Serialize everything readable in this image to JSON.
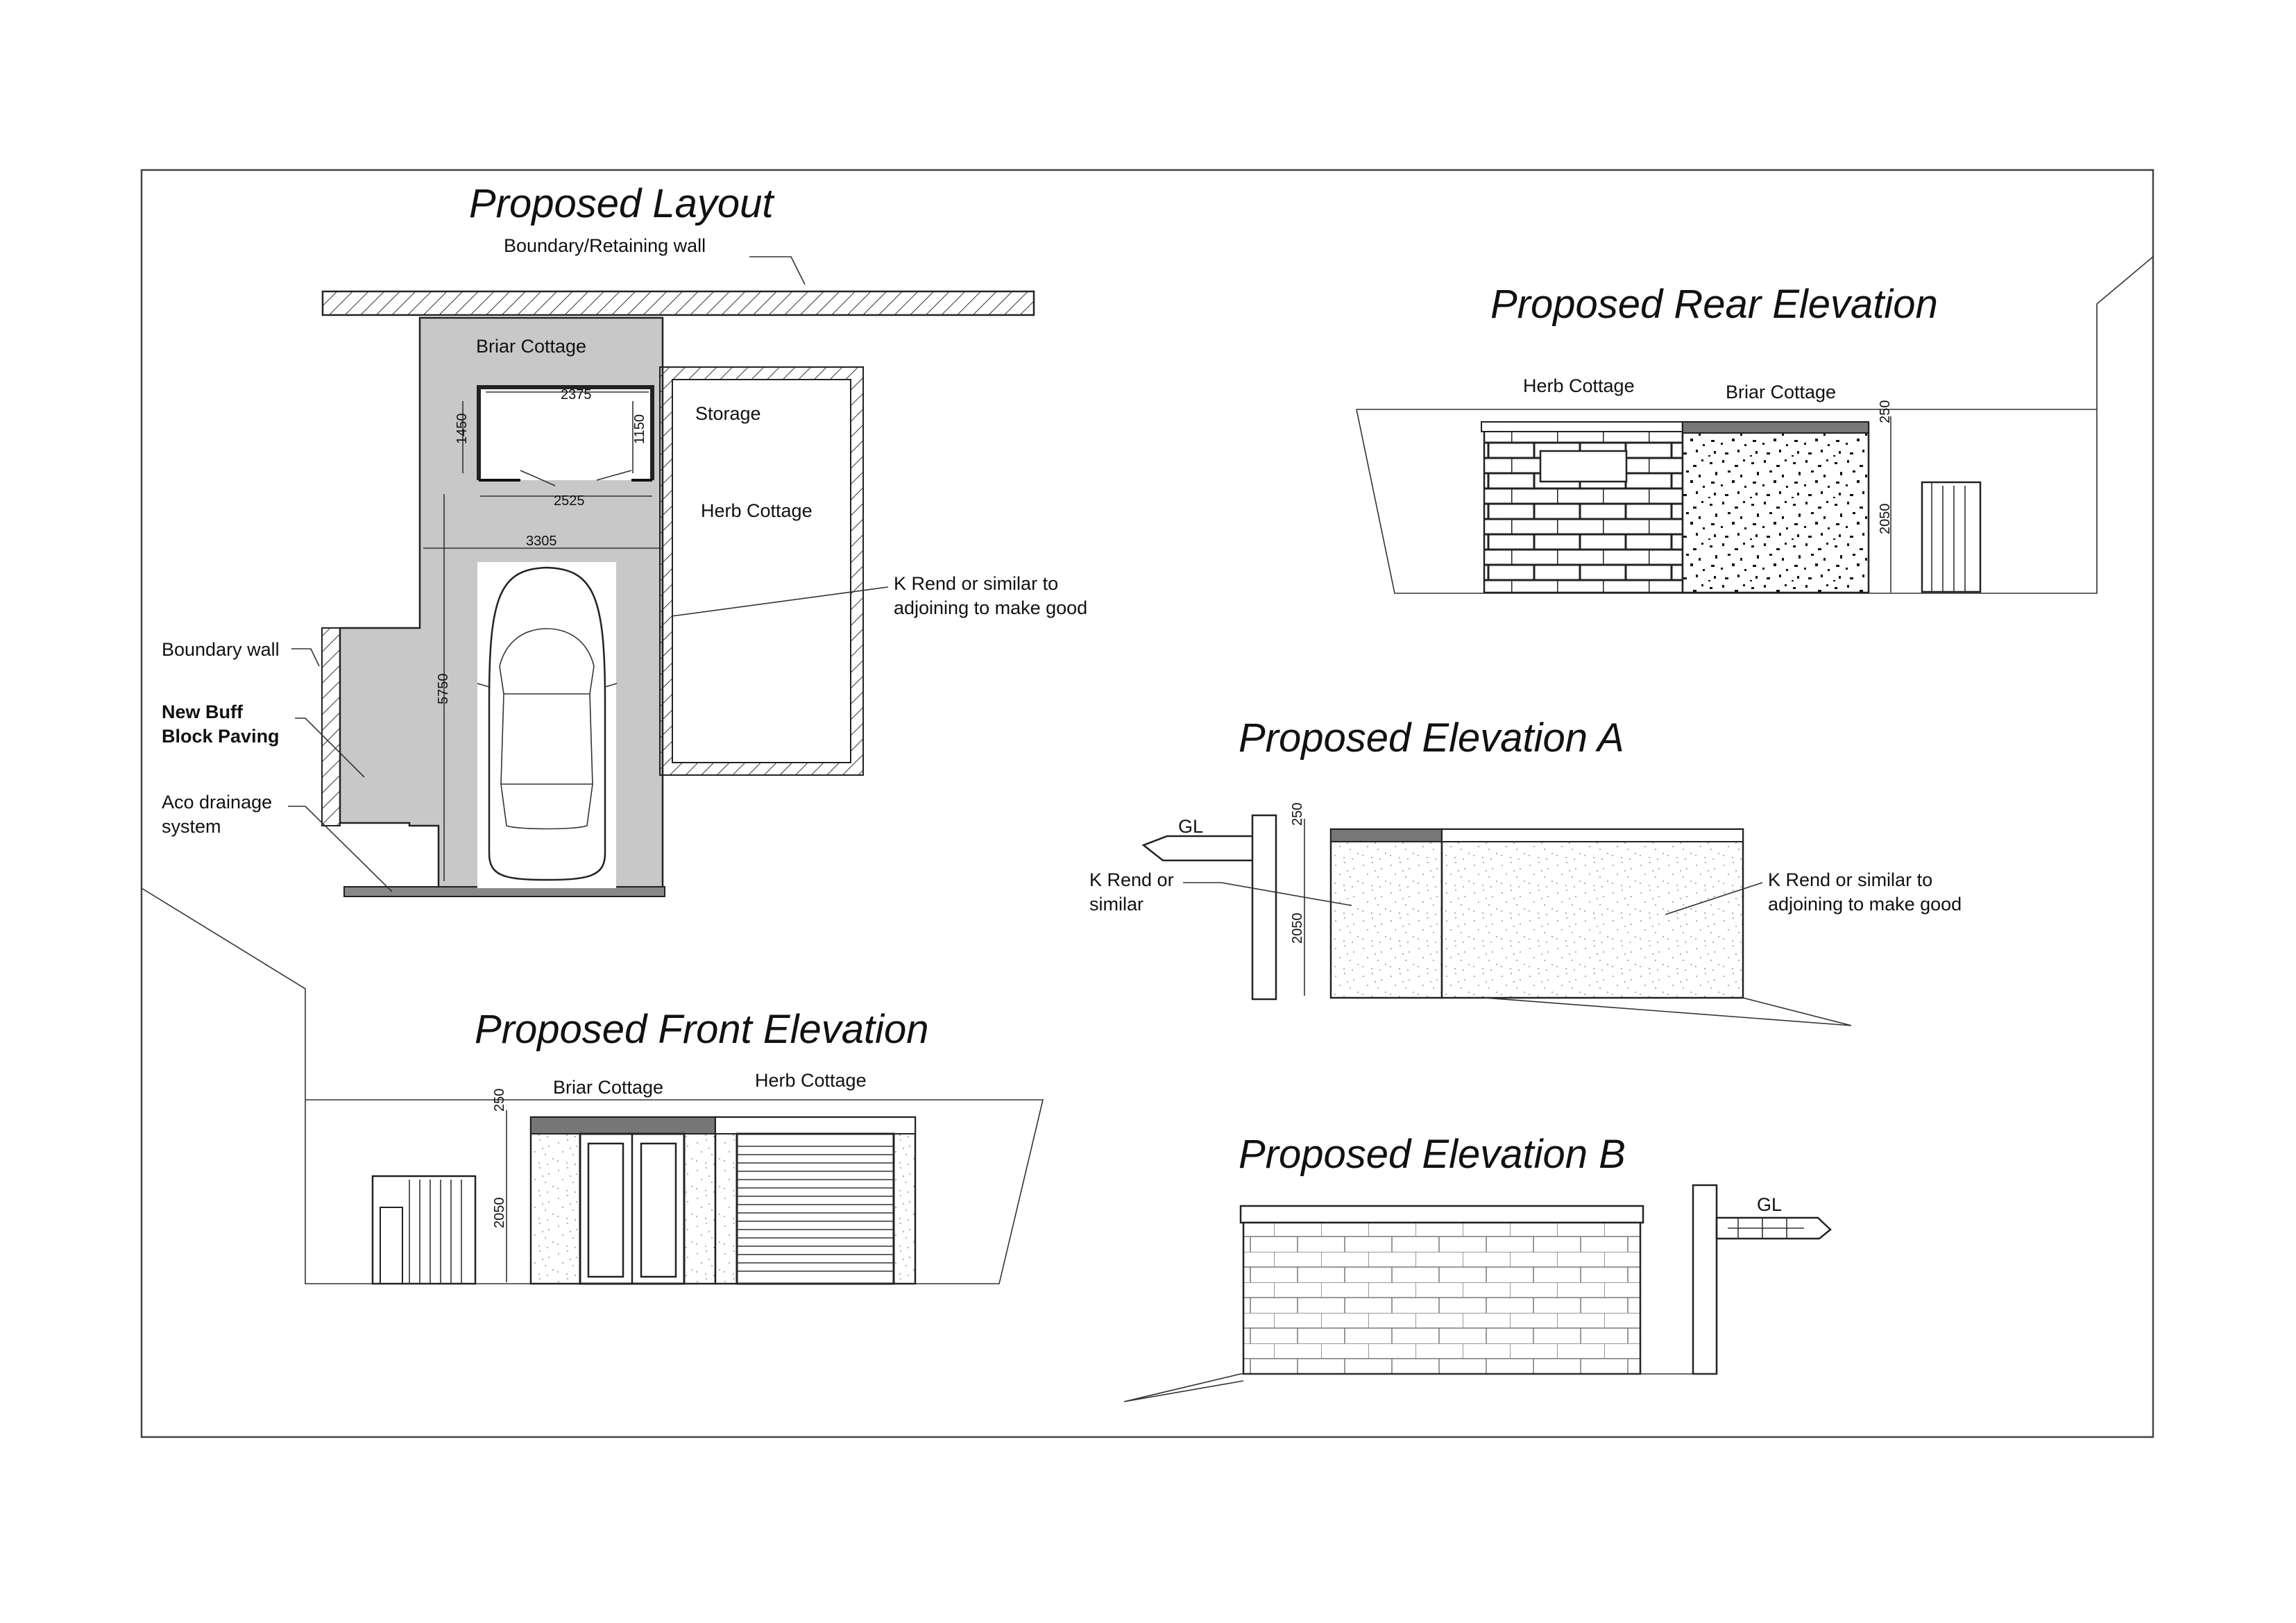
{
  "layout": {
    "title": "Proposed  Layout",
    "boundary_retaining_wall": "Boundary/Retaining  wall",
    "briar_cottage": "Briar Cottage",
    "storage": "Storage",
    "herb_cottage": "Herb Cottage",
    "boundary_wall": "Boundary wall",
    "paving_line1": "New Buff",
    "paving_line2": "Block Paving",
    "aco_line1": "Aco drainage",
    "aco_line2": "system",
    "rend_line1": "K Rend or similar to",
    "rend_line2": "adjoining to make good",
    "dims": {
      "d2375": "2375",
      "d1450": "1450",
      "d1150": "1150",
      "d2525": "2525",
      "d3305": "3305",
      "d5750": "5750"
    }
  },
  "rear": {
    "title": "Proposed Rear Elevation",
    "herb_cottage": "Herb Cottage",
    "briar_cottage": "Briar Cottage",
    "d250": "250",
    "d2050": "2050"
  },
  "elev_a": {
    "title": "Proposed Elevation A",
    "gl": "GL",
    "d250": "250",
    "d2050": "2050",
    "rend_small_line1": "K Rend or",
    "rend_small_line2": "similar",
    "rend_line1": "K Rend or similar to",
    "rend_line2": "adjoining to make good"
  },
  "front": {
    "title": "Proposed Front Elevation",
    "briar_cottage": "Briar Cottage",
    "herb_cottage": "Herb Cottage",
    "d250": "250",
    "d2050": "2050"
  },
  "elev_b": {
    "title": "Proposed Elevation B",
    "gl": "GL"
  }
}
